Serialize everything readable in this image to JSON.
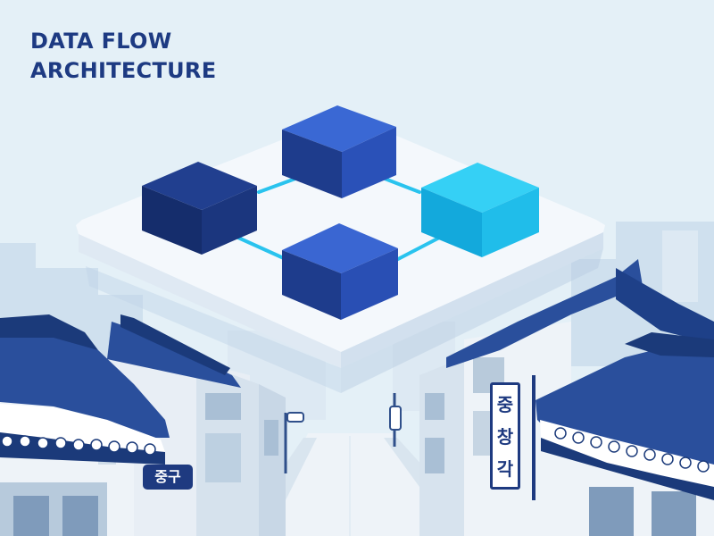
{
  "title": {
    "line1": "DATA FLOW",
    "line2": "ARCHITECTURE"
  },
  "signs": {
    "left": "중구",
    "right": [
      "중",
      "창",
      "각"
    ]
  },
  "colors": {
    "sky": "#e4f0f7",
    "navy": "#1d3a82",
    "cube_dark": "#1b3a8a",
    "cube_mid": "#2f5cc6",
    "cube_cyan": "#22c4f0",
    "connector": "#29c3ee",
    "platform": "#f4f8fc",
    "roof": "#2a4f9c"
  },
  "icons": [
    "data-cube",
    "connector-line",
    "traditional-roof",
    "street-lamp",
    "street-sign"
  ]
}
